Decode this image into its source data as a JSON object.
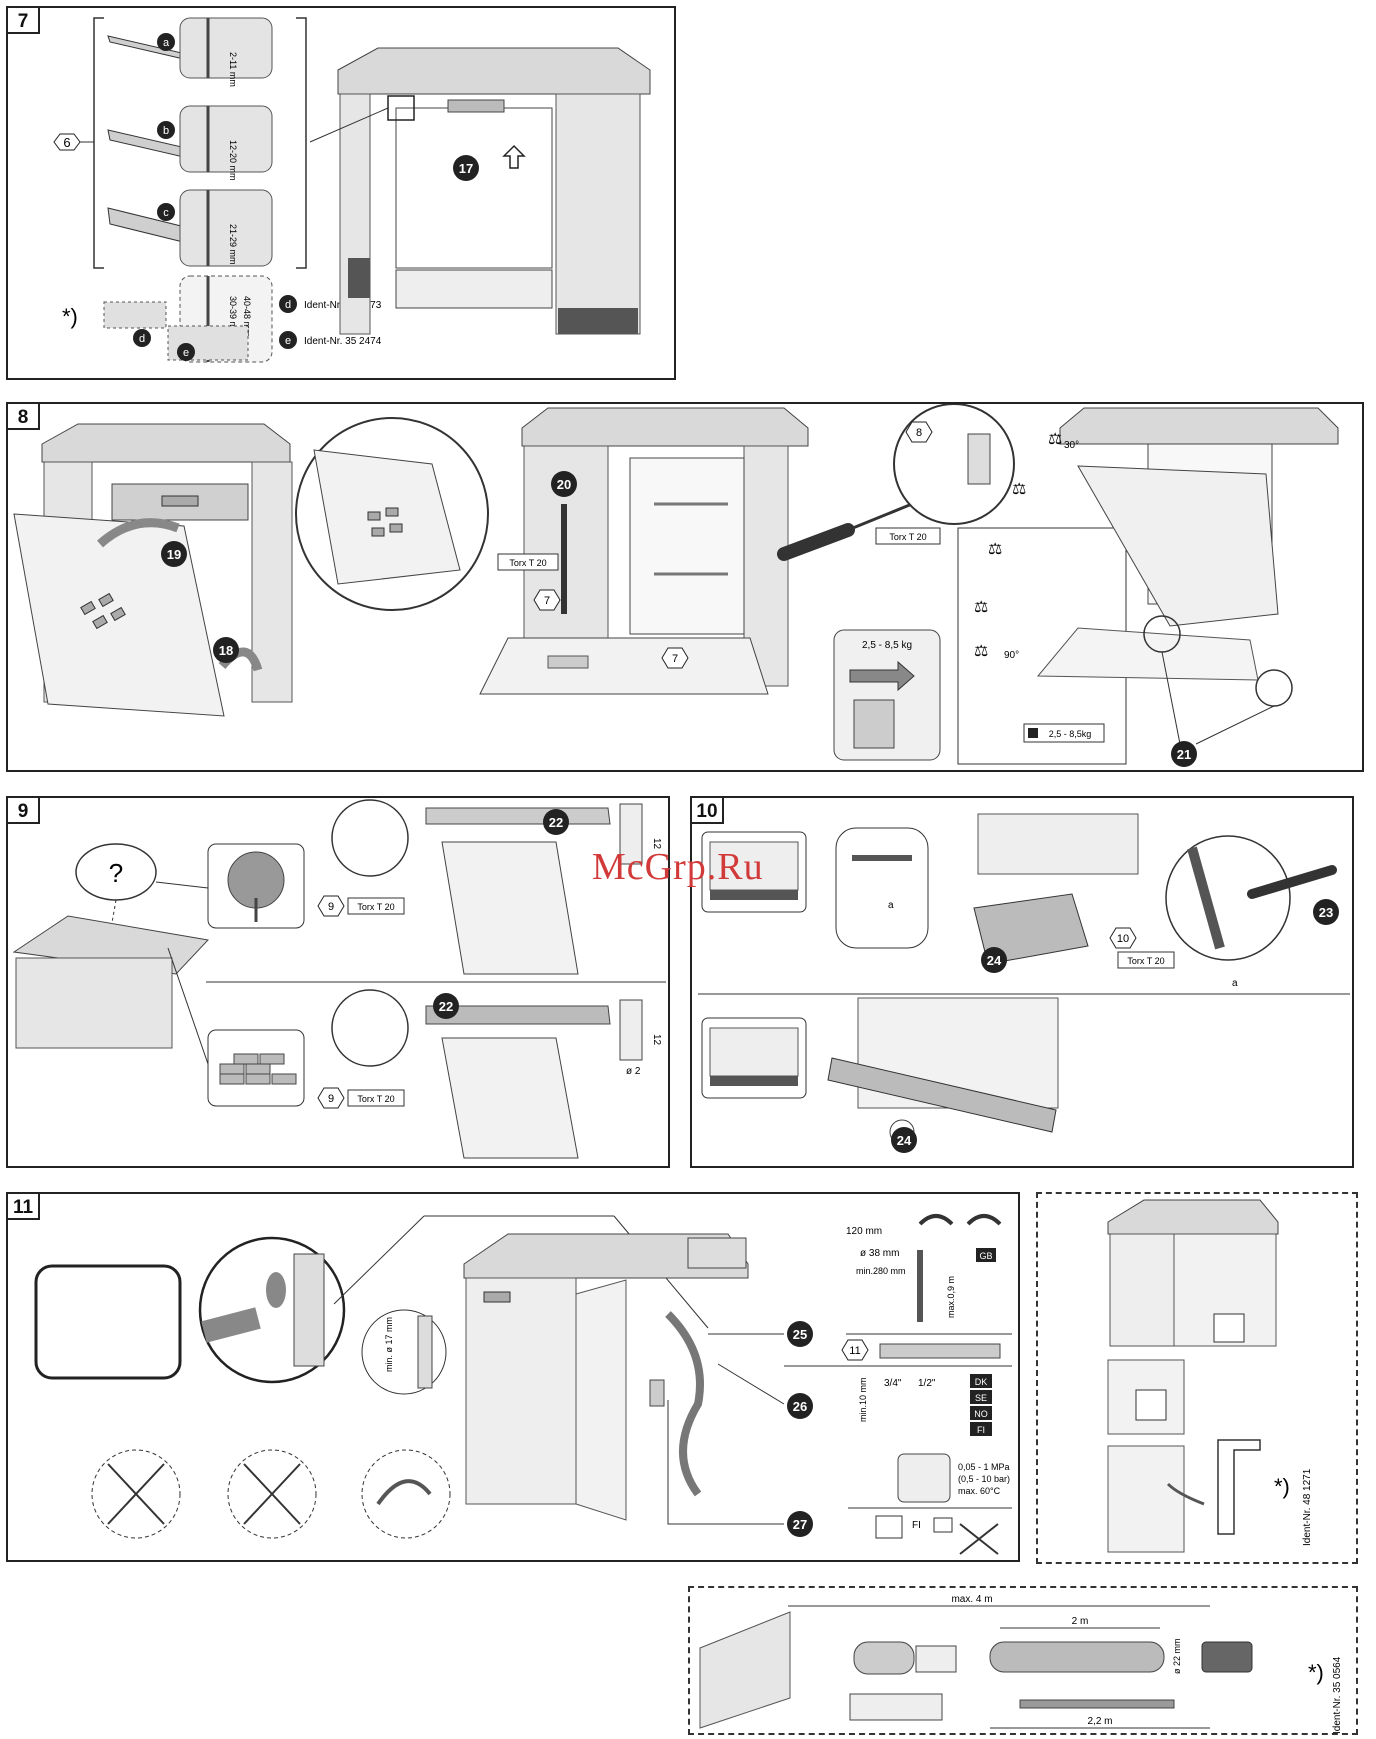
{
  "watermark": "McGrp.Ru",
  "panels": {
    "p7": {
      "number": "7",
      "group_label": "6",
      "footnote": "*)",
      "strips": [
        {
          "letter": "a",
          "range": "2-11 mm"
        },
        {
          "letter": "b",
          "range": "12-20 mm"
        },
        {
          "letter": "c",
          "range": "21-29 mm"
        }
      ],
      "optional_range_1": "30-39 mm",
      "optional_range_2": "40-48 mm",
      "optional": [
        {
          "letter": "d",
          "ident": "Ident-Nr. 35 2473"
        },
        {
          "letter": "e",
          "ident": "Ident-Nr. 35 2474"
        }
      ],
      "step": "17"
    },
    "p8": {
      "number": "8",
      "steps": [
        "19",
        "18",
        "20",
        "21"
      ],
      "screw_7": "7",
      "screw_8": "8",
      "torx_a": "Torx T 20",
      "torx_b": "Torx T 20",
      "weight_range": "2,5 - 8,5 kg",
      "weight_range_b": "2,5 - 8,5kg",
      "angle_30": "30°",
      "angle_90": "90°"
    },
    "p9": {
      "number": "9",
      "question": "?",
      "step": "22",
      "screw_9": "9",
      "torx": "Torx T 20",
      "dim_12": "12",
      "dim_d2": "ø 2"
    },
    "p10": {
      "number": "10",
      "steps": [
        "23",
        "24"
      ],
      "screw_10": "10",
      "torx": "Torx T 20",
      "dim_a": "a"
    },
    "p11": {
      "number": "11",
      "steps": [
        "25",
        "26",
        "27"
      ],
      "dim_120": "120 mm",
      "dim_38": "ø 38 mm",
      "dim_280": "min.280 mm",
      "dim_09": "max.0,9 m",
      "country_gb": "GB",
      "screw_11": "11",
      "dim_17": "min. ø 17 mm",
      "dim_10": "min.10 mm",
      "thread_34": "3/4\"",
      "thread_12": "1/2\"",
      "countries": [
        "DK",
        "SE",
        "NO",
        "FI"
      ],
      "pressure_1": "0,05 - 1 MPa",
      "pressure_2": "(0,5 - 10 bar)",
      "pressure_3": "max. 60°C",
      "fi": "FI"
    },
    "side": {
      "footnote": "*)",
      "ident": "Ident-Nr. 48 1271"
    },
    "hose": {
      "max_len": "max. 4 m",
      "len_2m": "2 m",
      "len_22m": "2,2 m",
      "dia": "ø 22 mm",
      "footnote": "*)",
      "ident": "Ident-Nr. 35 0564"
    }
  }
}
